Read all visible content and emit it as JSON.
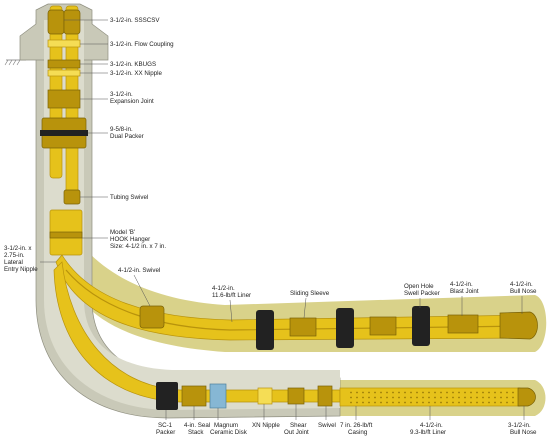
{
  "colors": {
    "casing": "#c9c9b8",
    "casing_edge": "#8f8f80",
    "formation": "#d9d28a",
    "tubing": "#e6c21b",
    "tubing_dark": "#b8930c",
    "tubing_light": "#f5dd55",
    "packer": "#222222",
    "ceramic": "#86b7d4",
    "background": "#ffffff"
  },
  "labels": {
    "sssc": "3-1/2-in. SSSCSV",
    "flow_coupling": "3-1/2-in. Flow Coupling",
    "kbugs": "3-1/2-in. KBUGS",
    "xx_nipple": "3-1/2-in. XX Nipple",
    "expansion_joint_1": "3-1/2-in.",
    "expansion_joint_2": "Expansion Joint",
    "dual_packer_1": "9-5/8-in.",
    "dual_packer_2": "Dual Packer",
    "tubing_swivel": "Tubing Swivel",
    "hook_hanger_1": "Model 'B'",
    "hook_hanger_2": "HOOK Hanger",
    "hook_hanger_3": "Size: 4-1/2 in. x 7 in.",
    "lateral_nipple_1": "3-1/2-in. x",
    "lateral_nipple_2": "2.75-in.",
    "lateral_nipple_3": "Lateral",
    "lateral_nipple_4": "Entry Nipple",
    "swivel_upper": "4-1/2-in. Swivel",
    "liner_upper_1": "4-1/2-in.",
    "liner_upper_2": "11.6-lb/ft Liner",
    "sliding_sleeve": "Sliding Sleeve",
    "swell_packer_1": "Open Hole",
    "swell_packer_2": "Swell Packer",
    "blast_joint_1": "4-1/2-in.",
    "blast_joint_2": "Blast Joint",
    "bull_nose_upper_1": "4-1/2-in.",
    "bull_nose_upper_2": "Bull Nose",
    "sc1_packer_1": "SC-1",
    "sc1_packer_2": "Packer",
    "seal_stack_1": "4-in. Seal",
    "seal_stack_2": "Stack",
    "ceramic_disk_1": "Magnum",
    "ceramic_disk_2": "Ceramic Disk",
    "xn_nipple": "XN Nipple",
    "shear_joint_1": "Shear",
    "shear_joint_2": "Out Joint",
    "swivel_lower": "Swivel",
    "casing_1": "7 in. 26-lb/ft",
    "casing_2": "Casing",
    "liner_lower_1": "4-1/2-in.",
    "liner_lower_2": "9.3-lb/ft Liner",
    "bull_nose_lower_1": "3-1/2-in.",
    "bull_nose_lower_2": "Bull Nose"
  }
}
